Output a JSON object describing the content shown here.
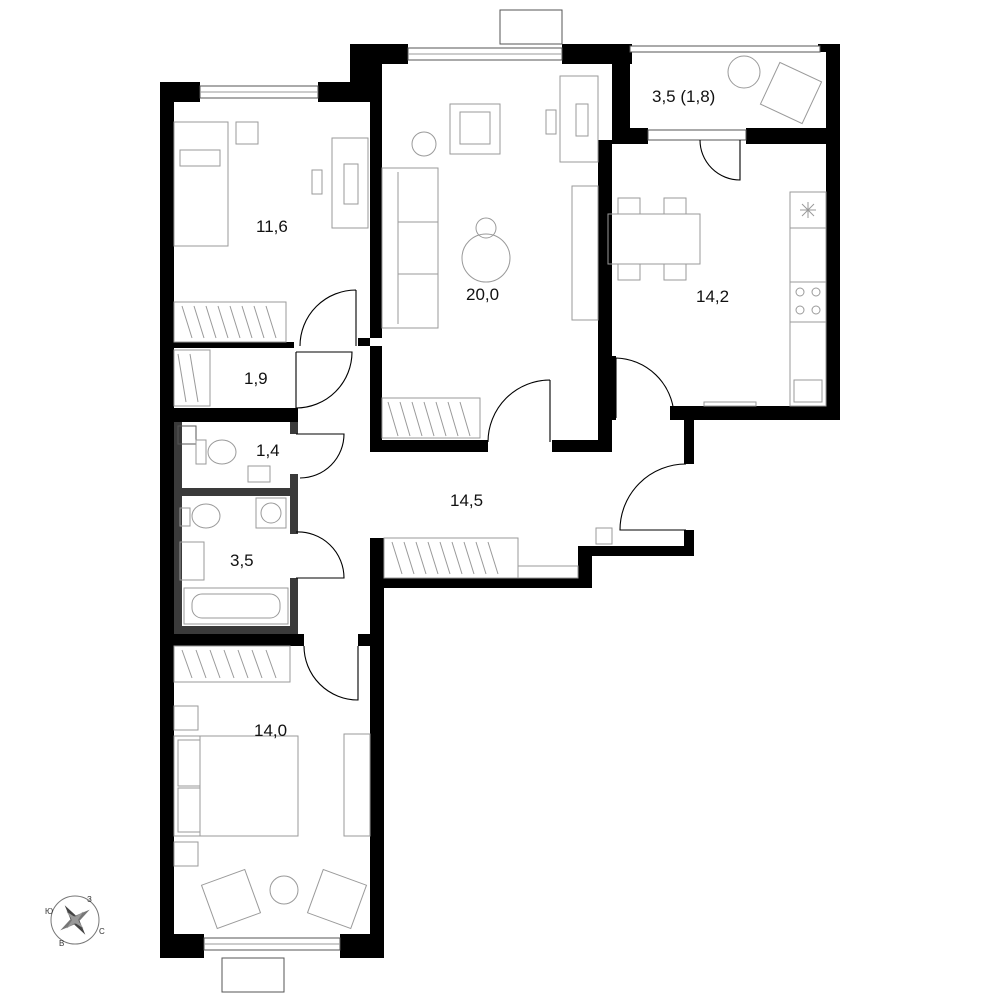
{
  "plan": {
    "rooms": [
      {
        "id": "bedroom-1",
        "area": "11,6"
      },
      {
        "id": "living-room",
        "area": "20,0"
      },
      {
        "id": "balcony",
        "area": "3,5 (1,8)"
      },
      {
        "id": "kitchen",
        "area": "14,2"
      },
      {
        "id": "closet",
        "area": "1,9"
      },
      {
        "id": "toilet",
        "area": "1,4"
      },
      {
        "id": "bathroom",
        "area": "3,5"
      },
      {
        "id": "hallway",
        "area": "14,5"
      },
      {
        "id": "bedroom-2",
        "area": "14,0"
      }
    ],
    "compass": {
      "letters": [
        "З",
        "Ю",
        "С",
        "В"
      ]
    },
    "colors": {
      "wall": "#000000",
      "furniture": "#9a9a9a",
      "background": "#ffffff"
    }
  }
}
